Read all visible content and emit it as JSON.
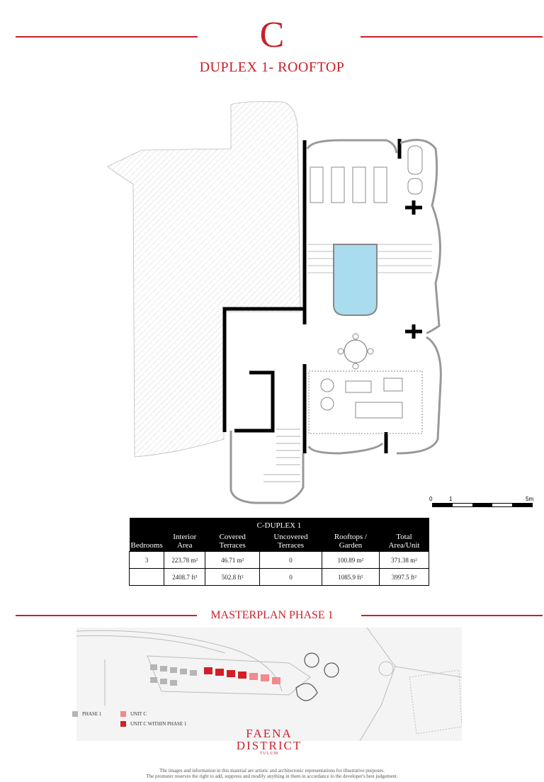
{
  "header": {
    "unit_letter": "C",
    "title": "DUPLEX 1- ROOFTOP"
  },
  "scale_bar": {
    "start": "0",
    "mid": "1",
    "end": "5m"
  },
  "table": {
    "title": "C-DUPLEX 1",
    "columns": [
      "Bedrooms",
      "Interior Area",
      "Covered Terraces",
      "Uncovered Terraces",
      "Rooftops / Garden",
      "Total Area/Unit"
    ],
    "rows": [
      [
        "3",
        "223.78 m²",
        "46.71 m²",
        "0",
        "100.89 m²",
        "371.38 m²"
      ],
      [
        "",
        "2408.7 ft²",
        "502.8 ft²",
        "0",
        "1085.9 ft²",
        "3997.5 ft²"
      ]
    ]
  },
  "masterplan": {
    "title": "MASTERPLAN PHASE 1",
    "legend": [
      {
        "label": "PHASE 1",
        "color": "#b5b5b5"
      },
      {
        "label": "UNIT C",
        "color": "#ef8a8e"
      },
      {
        "label": "UNIT C WITHIN PHASE 1",
        "color": "#d21f27"
      }
    ]
  },
  "brand": {
    "line1": "FAENA",
    "line2": "DISTRICT",
    "line3": "TULUM"
  },
  "disclaimer": {
    "line1": "The images and information in this material are artistic and architectonic representations for illustrative purposes.",
    "line2": "The promoter reserves the right to add, suppress and modify anything in them in accordance to the developer's best judgement."
  },
  "colors": {
    "accent": "#c8202a",
    "pool": "#a9dcef"
  }
}
